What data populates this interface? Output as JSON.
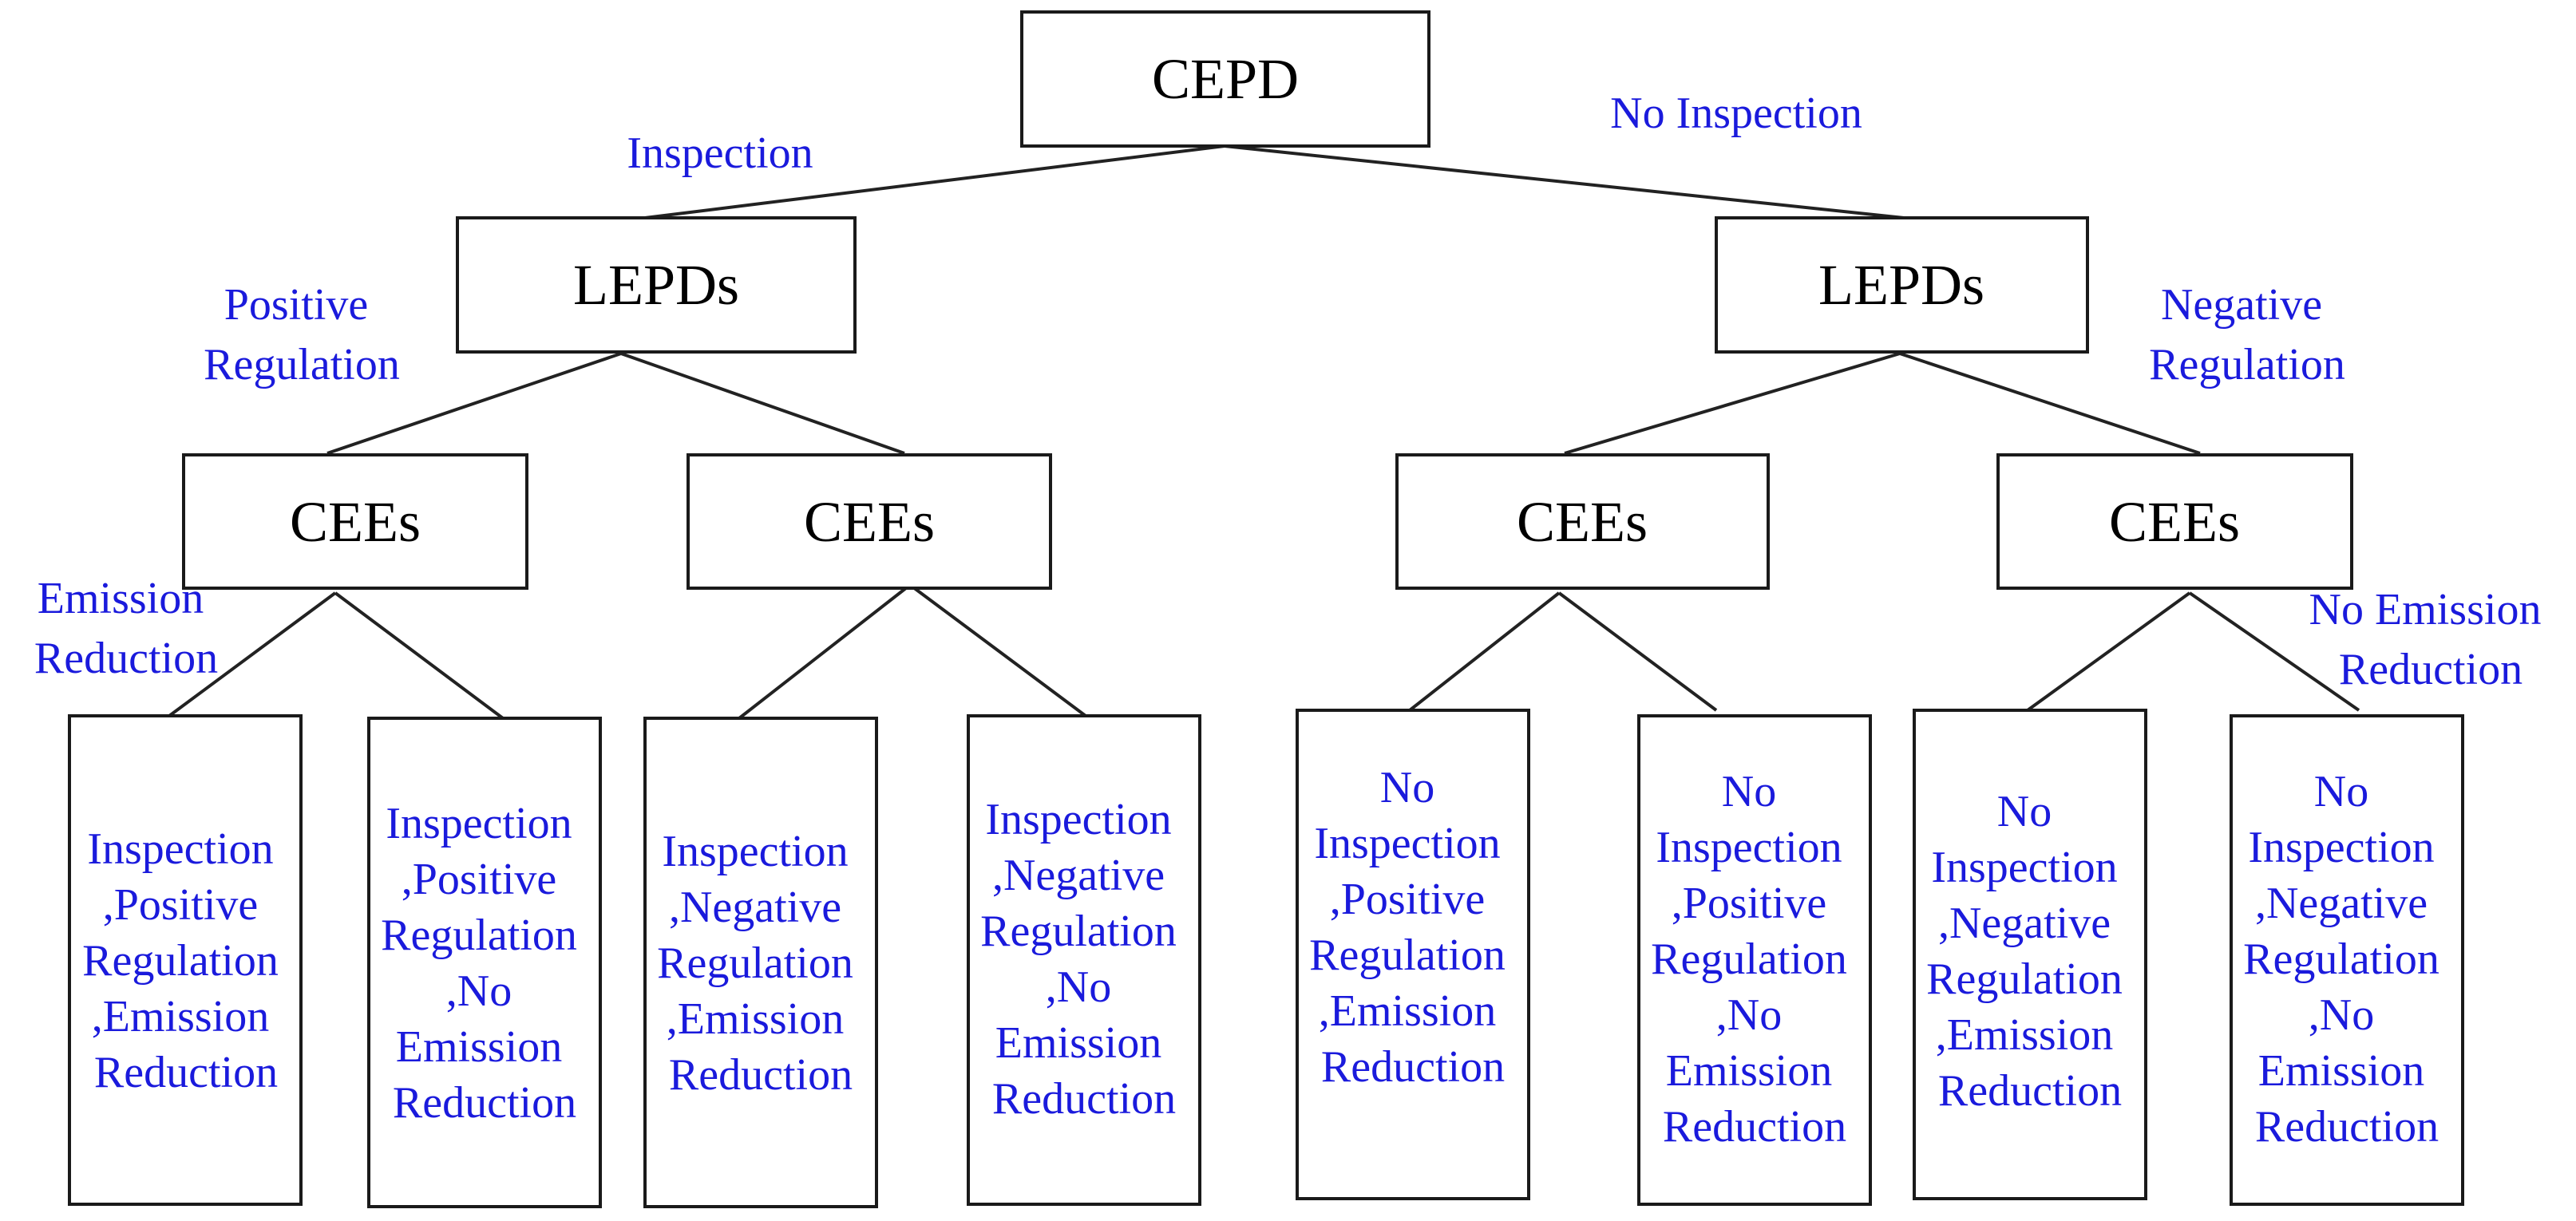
{
  "colors": {
    "node_text": "#000000",
    "label_text": "#1a1adc",
    "line": "#222222"
  },
  "root": {
    "label": "CEPD"
  },
  "branch_labels": {
    "inspection": "Inspection",
    "no_inspection": "No Inspection",
    "positive_regulation": [
      "Positive",
      "Regulation"
    ],
    "negative_regulation": [
      "Negative",
      "Regulation"
    ],
    "emission_reduction": [
      "Emission",
      "Reduction"
    ],
    "no_emission_reduction": [
      "No Emission",
      "Reduction"
    ]
  },
  "level1": [
    {
      "label": "LEPDs"
    },
    {
      "label": "LEPDs"
    }
  ],
  "level2": [
    {
      "label": "CEEs"
    },
    {
      "label": "CEEs"
    },
    {
      "label": "CEEs"
    },
    {
      "label": "CEEs"
    }
  ],
  "leaves": [
    {
      "lines": [
        "Inspection",
        ",Positive",
        "Regulation",
        ",Emission",
        "Reduction"
      ]
    },
    {
      "lines": [
        "Inspection",
        ",Positive",
        "Regulation",
        ",No",
        "Emission",
        "Reduction"
      ]
    },
    {
      "lines": [
        "Inspection",
        ",Negative",
        "Regulation",
        ",Emission",
        "Reduction"
      ]
    },
    {
      "lines": [
        "Inspection",
        ",Negative",
        "Regulation",
        ",No",
        "Emission",
        "Reduction"
      ]
    },
    {
      "lines": [
        "No",
        "Inspection",
        ",Positive",
        "Regulation",
        ",Emission",
        "Reduction"
      ]
    },
    {
      "lines": [
        "No",
        "Inspection",
        ",Positive",
        "Regulation",
        ",No",
        "Emission",
        "Reduction"
      ]
    },
    {
      "lines": [
        "No",
        "Inspection",
        ",Negative",
        "Regulation",
        ",Emission",
        "Reduction"
      ]
    },
    {
      "lines": [
        "No",
        "Inspection",
        ",Negative",
        "Regulation",
        ",No",
        "Emission",
        "Reduction"
      ]
    }
  ]
}
